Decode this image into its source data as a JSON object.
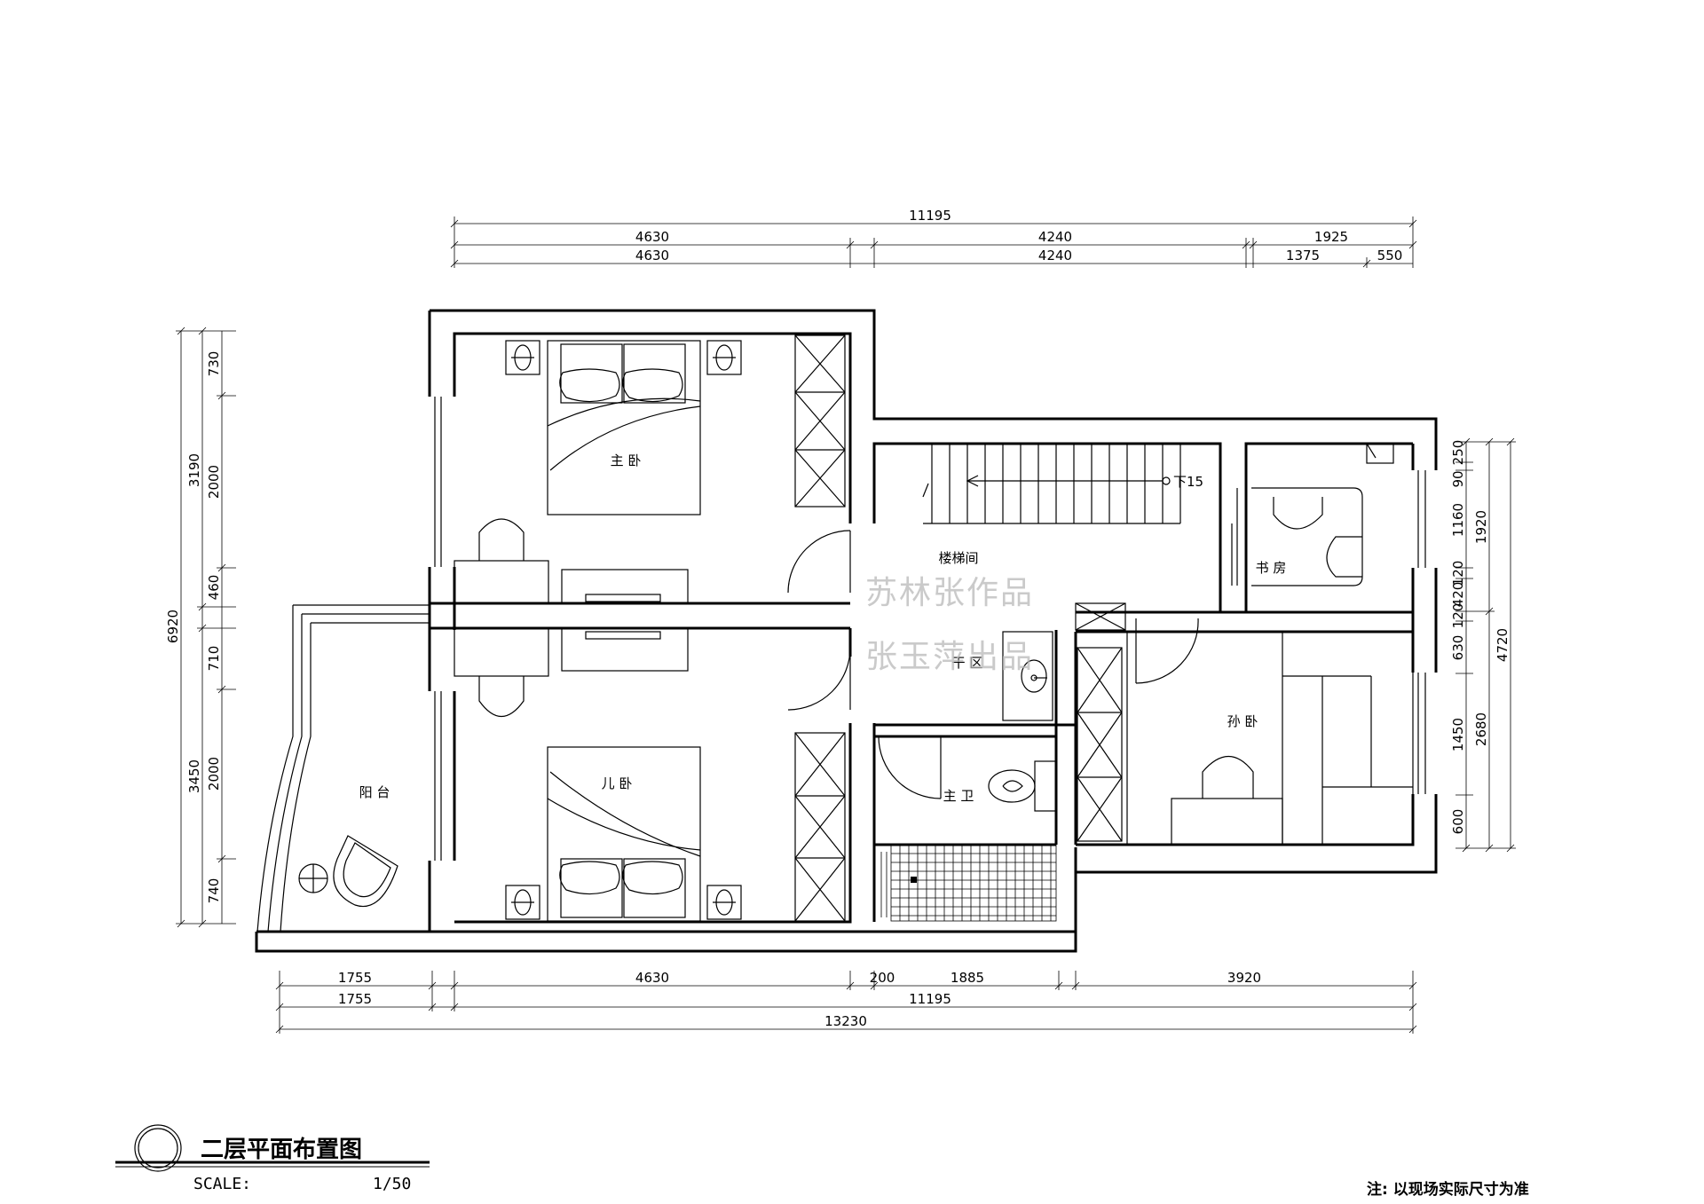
{
  "drawing_title": "二层平面布置图",
  "scale_label": "SCALE:",
  "scale_value": "1/50",
  "note": "注: 以现场实际尺寸为准",
  "watermark": [
    "苏林张作品",
    "张玉萍出品"
  ],
  "stair_label": "下15",
  "rooms": {
    "master_bedroom": "主 卧",
    "stairwell": "楼梯间",
    "study": "书 房",
    "dry_area": "干 区",
    "grandchild_bedroom": "孙 卧",
    "balcony": "阳 台",
    "child_bedroom": "儿 卧",
    "master_bath": "主 卫"
  },
  "dimensions": {
    "top_total": "11195",
    "top_row1": [
      "4630",
      "4240",
      "1925"
    ],
    "top_row2": [
      "4630",
      "4240",
      "1375",
      "550"
    ],
    "left_total": "6920",
    "left_row1": [
      "3190",
      "3450"
    ],
    "left_row2": [
      "730",
      "2000",
      "460",
      "710",
      "2000",
      "740"
    ],
    "right_row1": [
      "250",
      "90",
      "1160",
      "120",
      "420",
      "120",
      "630",
      "1450",
      "600"
    ],
    "right_row2": [
      "1920",
      "2680"
    ],
    "right_total": "4720",
    "bottom_row1": [
      "1755",
      "4630",
      "200",
      "1885",
      "3920"
    ],
    "bottom_row2": [
      "1755",
      "11195"
    ],
    "bottom_total": "13230"
  }
}
